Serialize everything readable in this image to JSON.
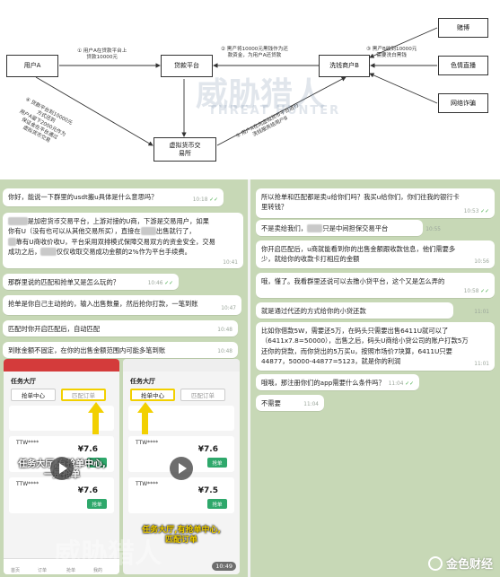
{
  "diagram": {
    "nodes": {
      "user_a": "用户A",
      "loan_platform": "贷款平台",
      "launderer_b": "洗钱商户B",
      "virtual_platform": "虚拟货币交\n易所",
      "gambling": "赌博",
      "porn": "色情直播",
      "fraud": "网络诈骗"
    },
    "edges": {
      "e1": "① 用户A在贷款平台上\n贷款10000元",
      "e2": "② 黑产将10000元黑钱作为还\n款资金，为用户A还贷款",
      "e3": "③ 黑产B收到10000元\n需要洗白黑钱",
      "e4": "④ 贷款平台到10000元\n方式还到\n用户A留下2000元作为\n保证金在平台通过\n虚拟货币交易",
      "e5": "⑤ 用户A在向虚拟货币平台进行\n洗钱服务给用户B"
    },
    "watermark_cn": "威胁猎人",
    "watermark_en": "THREAT HUNTER"
  },
  "chat_left": {
    "m1_text": "你好，能说一下群里的usdt搬u具体是什么意思吗？",
    "m1_time": "10:18",
    "m2_text_a": "是加密货币交易平台，上游对接的U商，下游是交易用户，如果",
    "m2_text_b": "你有U（没有也可以从其他交易所买），直接在",
    "m2_text_c": "出售就行了，",
    "m2_text_d": "靠有U商收价收U，平台采用双排模式保障交易双方的资金安全，交易",
    "m2_text_e": "成功之后，",
    "m2_text_f": "仅仅收取交易成功金额的2%作为平台手续费。",
    "m2_time": "10:41",
    "m3_text": "那群里说的匹配和抢单又是怎么玩的？",
    "m3_time": "10:46",
    "m4_text": "抢单是你自己主动抢的，输入出售数量，然后抢你打款，一笔到账",
    "m4_time": "10:47",
    "m5_text": "匹配时你开启匹配后，自动匹配",
    "m5_time": "10:48",
    "m6_text": "到账金额不固定，在你的出售金额范围内可能多笔到账",
    "m6_time": "10:48",
    "phone1": {
      "title": "任务大厅",
      "tab1": "抢单中心",
      "tab2": "匹配订单",
      "order_name": "TTW****",
      "price1": "¥7.6",
      "price2": "¥7.6",
      "btn": "抢单",
      "caption": "任务大厅,有抢单中心,\n一是抢单",
      "nav": [
        "首页",
        "订单",
        "抢单",
        "我的"
      ]
    },
    "phone2": {
      "title": "任务大厅",
      "tab1": "抢单中心",
      "tab2": "匹配订单",
      "order_name": "TTW****",
      "price1": "¥7.6",
      "price2": "¥7.5",
      "btn": "抢单",
      "caption": "任务大厅,有抢单中心,\n匹配订单",
      "video_time": "10:49"
    }
  },
  "chat_right": {
    "r1_text_a": "所以抢单和匹配都是卖u给你们吗？我买u给你们，你们往我的银行卡",
    "r1_text_b": "里转钱？",
    "r1_time": "10:53",
    "r2_text_a": "不是卖给我们，",
    "r2_text_b": "只是中间担保交易平台",
    "r2_time": "10:55",
    "r3_text_a": "你开启匹配后，u商就能看到你的出售金额跟收款信息，他们需要多",
    "r3_text_b": "少，就给你的收款卡打相应的金额",
    "r3_time": "10:56",
    "r4_text": "哦，懂了。我看群里还说可以去撸小贷平台，这个又是怎么弄的",
    "r4_time": "10:58",
    "r5_text": "就是通过代还的方式给你的小贷还款",
    "r5_time": "11:01",
    "r6_text_a": "比如你借款5W，需要还5万，在码头只需要出售6411U就可以了",
    "r6_text_b": "（6411x7.8=50000），出售之后，码头U商给小贷公司的账户打款5万",
    "r6_text_c": "还你的贷款，而你贷出的5万买u，按照市场价7块算，6411U只要",
    "r6_text_d": "44877，50000-44877=5123，就是你的利润",
    "r6_time": "11:01",
    "r7_text": "哦哦，那注册你们的app需要什么条件吗？",
    "r7_time": "11:04",
    "r8_text": "不需要",
    "r8_time": "11:04",
    "logo": "金色财经"
  },
  "colors": {
    "chat_bg": "#c7d8b6",
    "check": "#4caf50",
    "arrow": "#f2d000",
    "phone_btn": "#2ea86b"
  }
}
